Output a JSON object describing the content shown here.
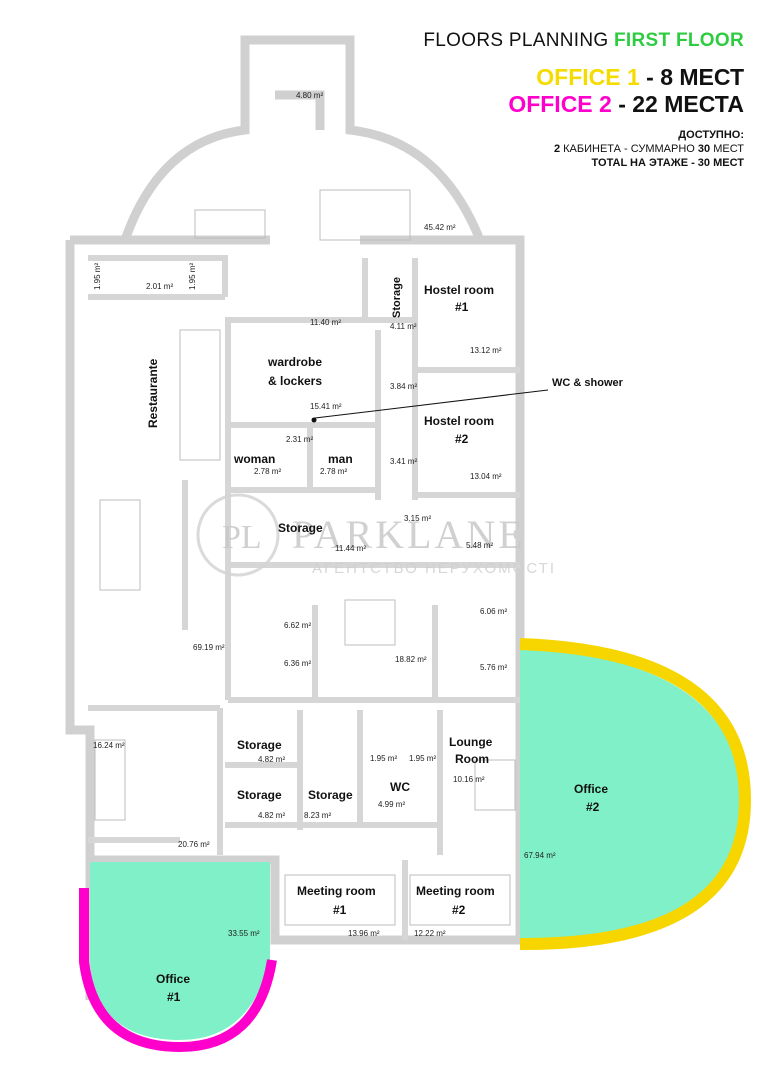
{
  "header": {
    "title_prefix": "FLOORS PLANNING ",
    "title_accent": "FIRST FLOOR",
    "office1_name": "OFFICE 1",
    "office1_rest": " - 8 МЕСТ",
    "office2_name": "OFFICE 2",
    "office2_rest": " - 22 МЕСТА",
    "available_title": "ДОСТУПНО:",
    "available_line1_a": "2",
    "available_line1_b": " КАБИНЕТА - СУММАРНО ",
    "available_line1_c": "30",
    "available_line1_d": " МЕСТ",
    "available_line2": "TOTAL НА ЭТАЖЕ - 30 МЕСТ"
  },
  "rooms": {
    "hostel1_a": "Hostel room",
    "hostel1_b": "#1",
    "hostel2_a": "Hostel room",
    "hostel2_b": "#2",
    "storage_vert": "Storage",
    "wardrobe_a": "wardrobe",
    "wardrobe_b": "& lockers",
    "wc_shower": "WC & shower",
    "restaurant": "Restaurante",
    "woman": "woman",
    "man": "man",
    "storage_mid": "Storage",
    "storage_a": "Storage",
    "storage_b": "Storage",
    "storage_c": "Storage",
    "wc": "WC",
    "lounge_a": "Lounge",
    "lounge_b": "Room",
    "office2_a": "Office",
    "office2_b": "#2",
    "office1_a": "Office",
    "office1_b": "#1",
    "meeting1_a": "Meeting room",
    "meeting1_b": "#1",
    "meeting2_a": "Meeting room",
    "meeting2_b": "#2"
  },
  "areas": {
    "a480": "4.80 m²",
    "a4542": "45.42 m²",
    "a195a": "1.95 m²",
    "a201": "2.01 m²",
    "a195b": "1.95 m²",
    "a1140": "11.40 m²",
    "a411": "4.11 m²",
    "a1312": "13.12 m²",
    "a384": "3.84 m²",
    "a1541": "15.41 m²",
    "a231": "2.31 m²",
    "a278a": "2.78 m²",
    "a278b": "2.78 m²",
    "a341": "3.41 m²",
    "a1304": "13.04 m²",
    "a315": "3.15 m²",
    "a1144": "11.44 m²",
    "a548": "5.48 m²",
    "a662": "6.62 m²",
    "a606": "6.06 m²",
    "a6919": "69.19 m²",
    "a636": "6.36 m²",
    "a1882": "18.82 m²",
    "a576": "5.76 m²",
    "a1624": "16.24 m²",
    "a482a": "4.82 m²",
    "a195c": "1.95 m²",
    "a195d": "1.95 m²",
    "a1016": "10.16 m²",
    "a482b": "4.82 m²",
    "a823": "8.23 m²",
    "a499": "4.99 m²",
    "a2076": "20.76 m²",
    "a6794": "67.94 m²",
    "a3355": "33.55 m²",
    "a1396": "13.96 m²",
    "a1222": "12.22 m²"
  },
  "watermark": {
    "brand": "PARKLANE",
    "sub": "АГЕНТСТВО НЕРУХОМОСТІ",
    "logo": "PL"
  },
  "colors": {
    "office_fill": "#7ff0c8",
    "office1_arc": "#ff00cc",
    "office2_arc": "#f7d600",
    "wall": "#d3d3d3"
  }
}
